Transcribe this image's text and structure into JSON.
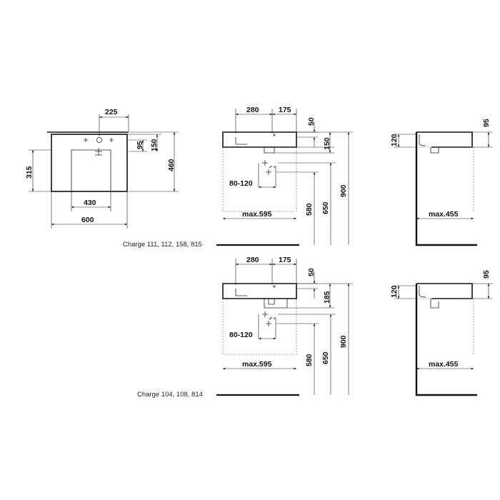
{
  "captions": {
    "set1": "Charge 111, 112, 158, 815",
    "set2": "Charge 104, 108, 814"
  },
  "top_view": {
    "d225": "225",
    "d95": "95",
    "d150": "150",
    "d315": "315",
    "d460": "460",
    "d430": "430",
    "d600": "600"
  },
  "front1": {
    "d280": "280",
    "d175": "175",
    "d50": "50",
    "d150": "150",
    "d80_120": "80-120",
    "d580": "580",
    "d650": "650",
    "d900": "900",
    "dmax": "max.595"
  },
  "side1": {
    "d95": "95",
    "d120": "120",
    "dmax": "max.455"
  },
  "front2": {
    "d280": "280",
    "d175": "175",
    "d50": "50",
    "d185": "185",
    "d80_120": "80-120",
    "d580": "580",
    "d650": "650",
    "d900": "900",
    "dmax": "max.595"
  },
  "side2": {
    "d95": "95",
    "d120": "120",
    "dmax": "max.455"
  }
}
